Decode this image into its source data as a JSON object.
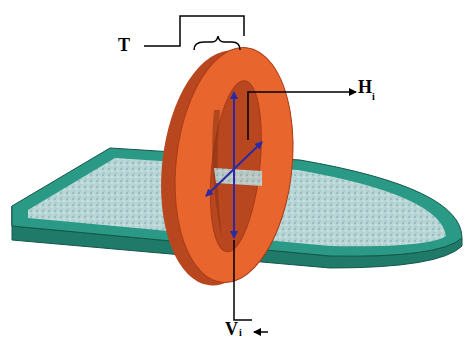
{
  "diagram": {
    "labels": [
      "T",
      "H",
      "i",
      "V",
      "i"
    ]
  }
}
